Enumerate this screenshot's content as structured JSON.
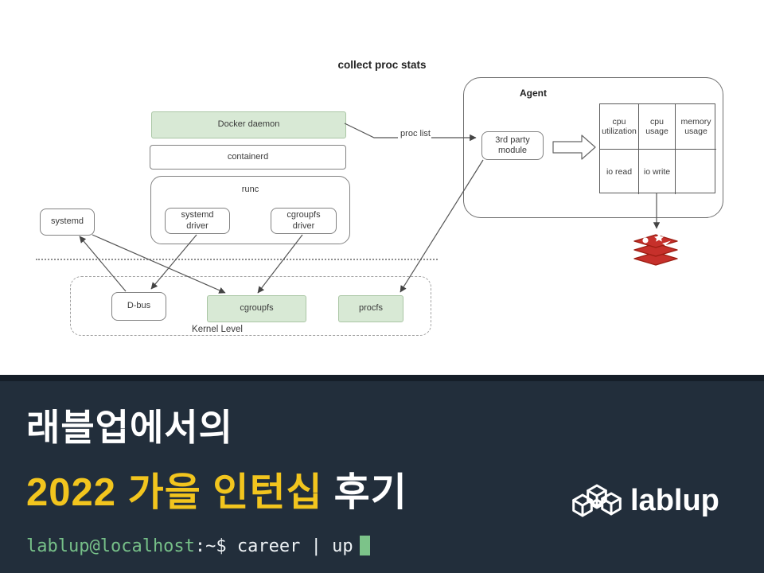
{
  "diagram": {
    "title": "collect proc stats",
    "proc_list_label": "proc list",
    "nodes": {
      "docker_daemon": "Docker daemon",
      "containerd": "containerd",
      "runc": "runc",
      "systemd_driver": "systemd driver",
      "cgroupfs_driver": "cgroupfs driver",
      "systemd": "systemd",
      "agent": "Agent",
      "third_party_module": "3rd party module",
      "dbus": "D-bus",
      "cgroupfs": "cgroupfs",
      "procfs": "procfs",
      "kernel_level": "Kernel Level"
    },
    "table": {
      "cells": [
        "cpu utilization",
        "cpu usage",
        "memory usage",
        "io read",
        "io write",
        ""
      ]
    },
    "icons": {
      "redis": "redis-logo"
    },
    "colors": {
      "node_green_fill": "#d8e9d5",
      "node_green_border": "#aac6a5",
      "redis_red": "#c6302b"
    }
  },
  "footer": {
    "title_line1": "래블업에서의",
    "title_line2_highlight": "2022 가을 인턴십",
    "title_line2_rest": "후기",
    "terminal": {
      "user": "lablup@localhost",
      "prompt": ":~$ ",
      "command": "career | up"
    },
    "logo_text": "lablup",
    "colors": {
      "background": "#222e3b",
      "top_strip": "#151e28",
      "accent_yellow": "#f2c51e",
      "terminal_green": "#76bf88"
    }
  }
}
